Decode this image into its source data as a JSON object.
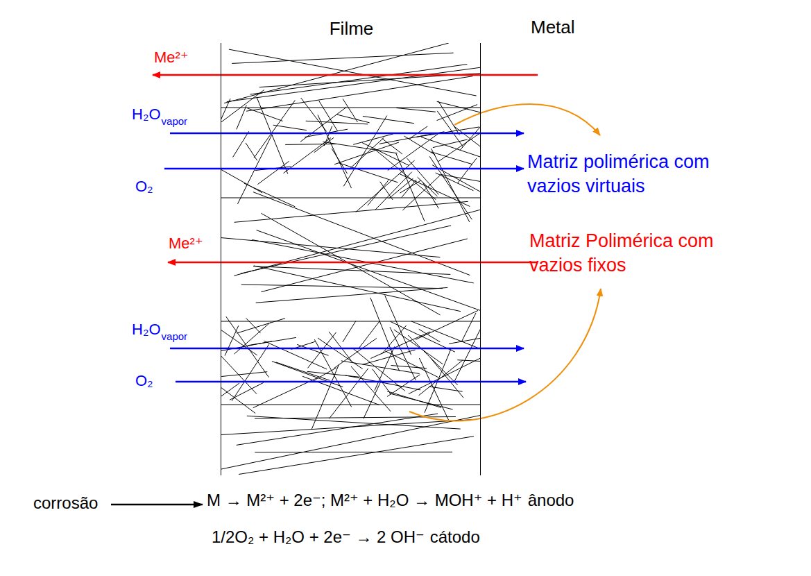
{
  "diagram": {
    "nodes": [
      {
        "text": [
          "Filme"
        ]
      }
    ],
    "labels": [
      "Metal",
      "Me²⁺",
      "H₂O",
      "vapor",
      "O₂",
      "Matriz polimérica com vazios virtuais",
      "Me²⁺",
      "Matriz Polimérica com vazios fixos",
      "H₂O",
      "vapor",
      "O₂",
      "corrosão",
      "M → M²⁺ + 2e⁻; M²⁺ + H₂O → MOH⁺ + H⁺",
      "ânodo",
      "1/2O₂ + H₂O + 2e⁻ → 2 OH⁻",
      "cátodo"
    ]
  }
}
